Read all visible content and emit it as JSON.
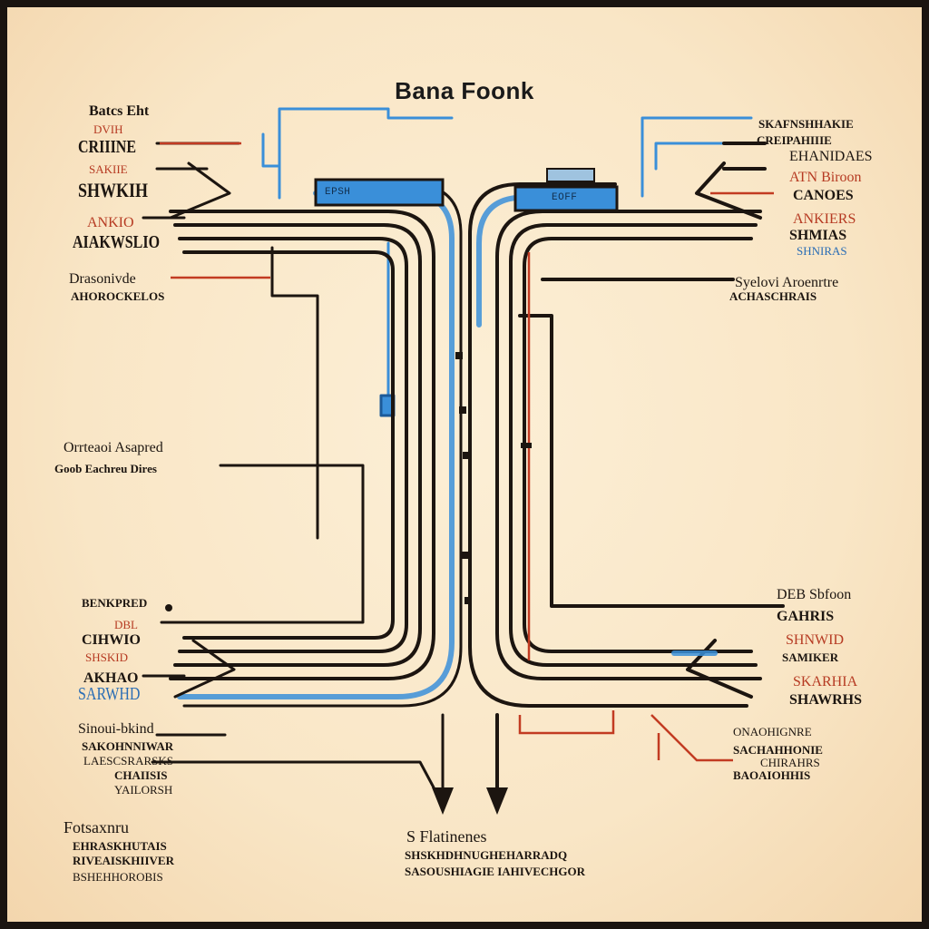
{
  "title": "Bana Foonk",
  "colors": {
    "background": "#f9e6c6",
    "ink": "#1c1510",
    "blue": "#3a8fd9",
    "red": "#c23b22"
  },
  "tags": {
    "left_box": "EPSH",
    "right_box": "EOFF"
  },
  "labels": {
    "tl1": "Batcs Eht",
    "tl2": "DVIH",
    "tl3": "CRIIINE",
    "tl4": "SAKIIE",
    "tl5": "SHWKIH",
    "tl6": "ANKIO",
    "tl7": "AIAKWSLIO",
    "l_mid1a": "Drasonivde",
    "l_mid1b": "AHOROCKELOS",
    "l_mid2a": "Orrteaoi Asapred",
    "l_mid2b": "Goob Eachreu Dires",
    "bl1": "BENKPRED",
    "bl2": "DBL",
    "bl3": "CIHWIO",
    "bl4": "SHSKID",
    "bl5": "AKHAO",
    "bl6": "SARWHD",
    "bl7": "Sinoui-bkind",
    "bl8": "SAKOHNNIWAR",
    "bl9": "LAESCSRARSKS",
    "bl10": "CHAIISIS",
    "bl11": "YAILORSH",
    "fl1": "Fotsaxnru",
    "fl2": "EHRASKHUTAIS",
    "fl3": "RIVEAISKHIIVER",
    "fl4": "BSHEHHOROBIS",
    "tr1": "SKAFNSHHAKIE",
    "tr2": "CREIPAHIIIE",
    "tr3": "EHANIDAES",
    "tr4": "ATN Biroon",
    "tr5": "CANOES",
    "tr6": "ANKIERS",
    "tr7": "SHMIAS",
    "tr8": "SHNIRAS",
    "r_mid1a": "Syelovi Aroenrtre",
    "r_mid1b": "ACHASCHRAIS",
    "br1": "DEB Sbfoon",
    "br2": "GAHRIS",
    "br3": "SHNWID",
    "br4": "SAMIKER",
    "br5": "SKARHIA",
    "br6": "SHAWRHS",
    "br7": "ONAOHIGNRE",
    "br8": "SACHAHHONIE",
    "br9": "CHIRAHRS",
    "br10": "BAOAIOHHIS",
    "fc1": "S Flatinenes",
    "fc2": "SHSKHDHNUGHEHARRADQ",
    "fc3": "SASOUSHIAGIE IAHIVECHGOR"
  }
}
